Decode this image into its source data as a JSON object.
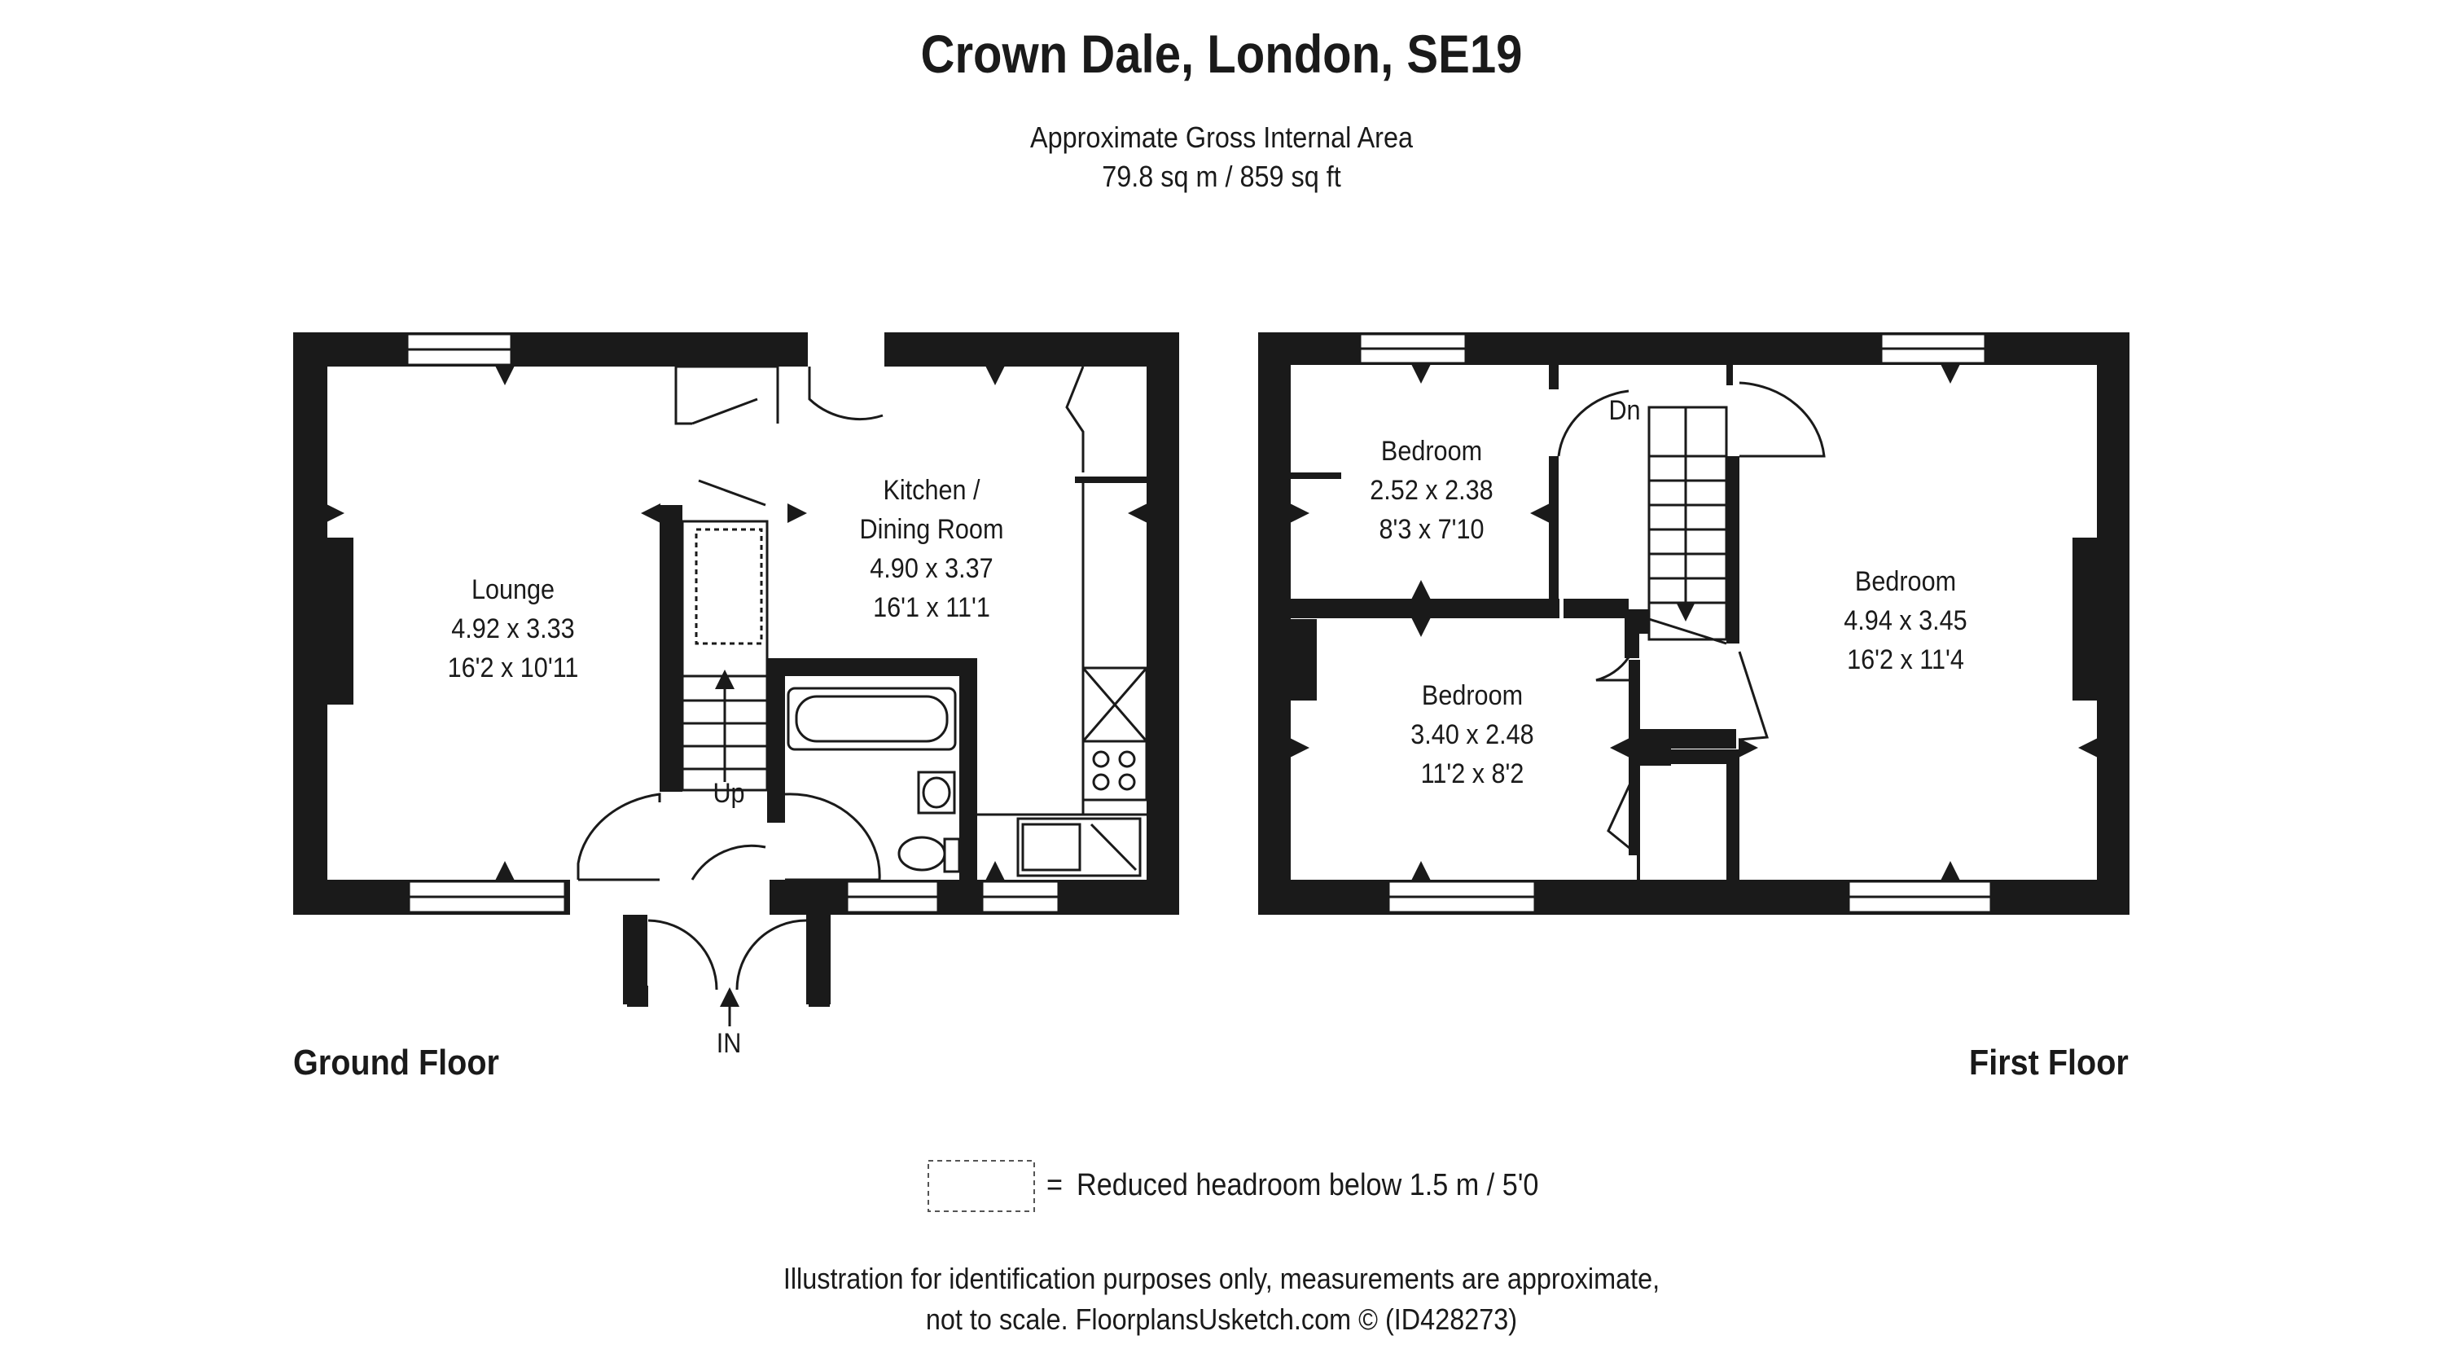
{
  "title": "Crown Dale, London, SE19",
  "area": {
    "line1": "Approximate Gross Internal Area",
    "line2": "79.8 sq m / 859 sq ft"
  },
  "ground_floor": {
    "label": "Ground Floor",
    "rooms": [
      {
        "name": "Lounge",
        "metric": "4.92 x 3.33",
        "imperial": "16'2 x 10'11"
      },
      {
        "name": "Kitchen /",
        "name2": "Dining Room",
        "metric": "4.90 x 3.37",
        "imperial": "16'1 x 11'1"
      }
    ],
    "stairs_label": "Up",
    "entrance_label": "IN"
  },
  "first_floor": {
    "label": "First Floor",
    "rooms": [
      {
        "name": "Bedroom",
        "metric": "2.52 x 2.38",
        "imperial": "8'3 x 7'10"
      },
      {
        "name": "Bedroom",
        "metric": "3.40 x 2.48",
        "imperial": "11'2 x 8'2"
      },
      {
        "name": "Bedroom",
        "metric": "4.94 x 3.45",
        "imperial": "16'2 x 11'4"
      }
    ],
    "stairs_label": "Dn"
  },
  "legend": {
    "symbol": "=",
    "text": "Reduced headroom below 1.5 m / 5'0"
  },
  "disclaimer": {
    "line1": "Illustration for identification purposes only, measurements are approximate,",
    "line2": "not to scale. FloorplansUsketch.com © (ID428273)"
  }
}
